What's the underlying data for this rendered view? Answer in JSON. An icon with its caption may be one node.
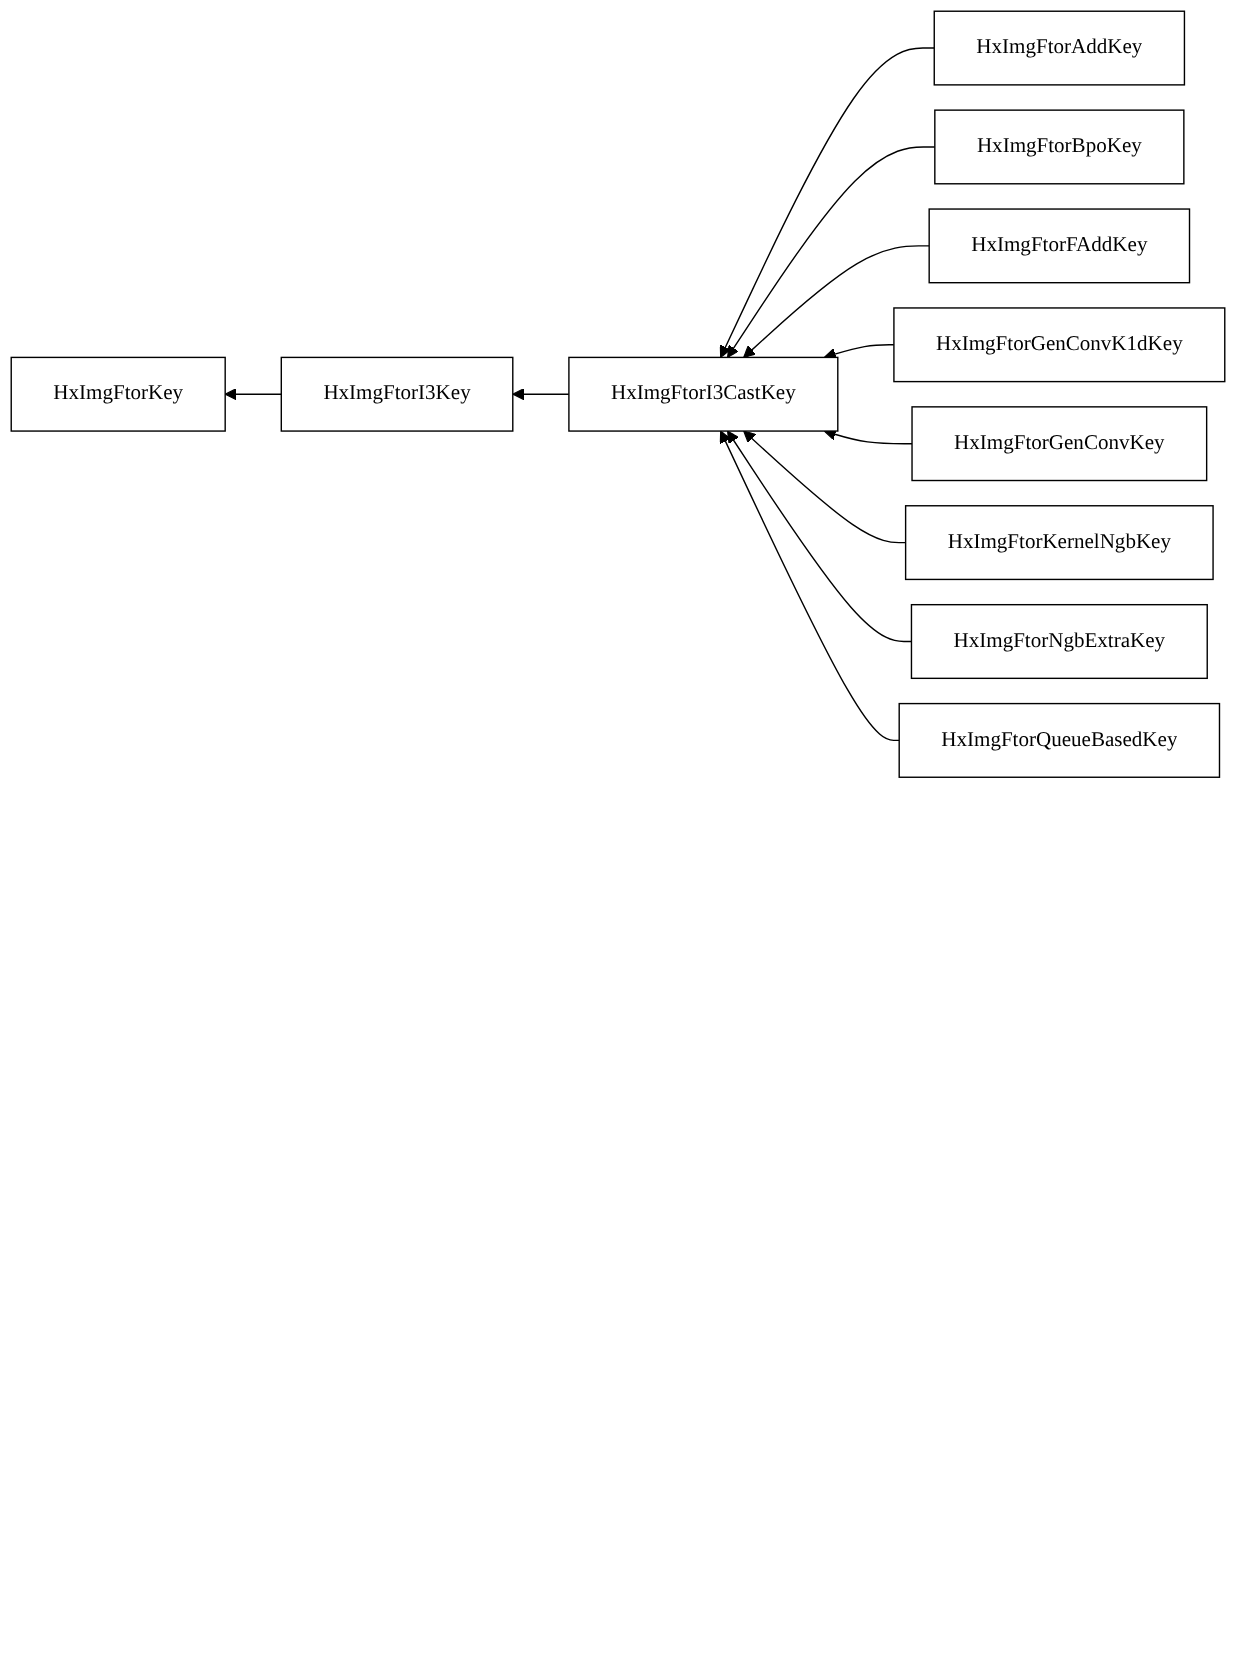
{
  "diagram": {
    "nodes": [
      {
        "text": [
          "HxImgFtorKey"
        ]
      },
      {
        "text": [
          "HxImgFtorI3Key"
        ]
      },
      {
        "text": [
          "HxImgFtorI3CastKey"
        ]
      },
      {
        "text": [
          "HxImgFtorAddKey"
        ]
      },
      {
        "text": [
          "HxImgFtorBpoKey"
        ]
      },
      {
        "text": [
          "HxImgFtorFAddKey"
        ]
      },
      {
        "text": [
          "HxImgFtorGenConvK1dKey"
        ]
      },
      {
        "text": [
          "HxImgFtorGenConvKey"
        ]
      },
      {
        "text": [
          "HxImgFtorKernelNgbKey"
        ]
      },
      {
        "text": [
          "HxImgFtorNgbExtraKey"
        ]
      },
      {
        "text": [
          "HxImgFtorQueueBasedKey"
        ]
      }
    ],
    "edges": [
      {
        "from": 1,
        "to": 0,
        "arrow": "to"
      },
      {
        "from": 2,
        "to": 1,
        "arrow": "to"
      },
      {
        "from": 3,
        "to": 2,
        "arrow": "to"
      },
      {
        "from": 4,
        "to": 2,
        "arrow": "to"
      },
      {
        "from": 5,
        "to": 2,
        "arrow": "to"
      },
      {
        "from": 6,
        "to": 2,
        "arrow": "to"
      },
      {
        "from": 7,
        "to": 2,
        "arrow": "to"
      },
      {
        "from": 8,
        "to": 2,
        "arrow": "to"
      },
      {
        "from": 9,
        "to": 2,
        "arrow": "to"
      },
      {
        "from": 10,
        "to": 2,
        "arrow": "to"
      }
    ]
  }
}
